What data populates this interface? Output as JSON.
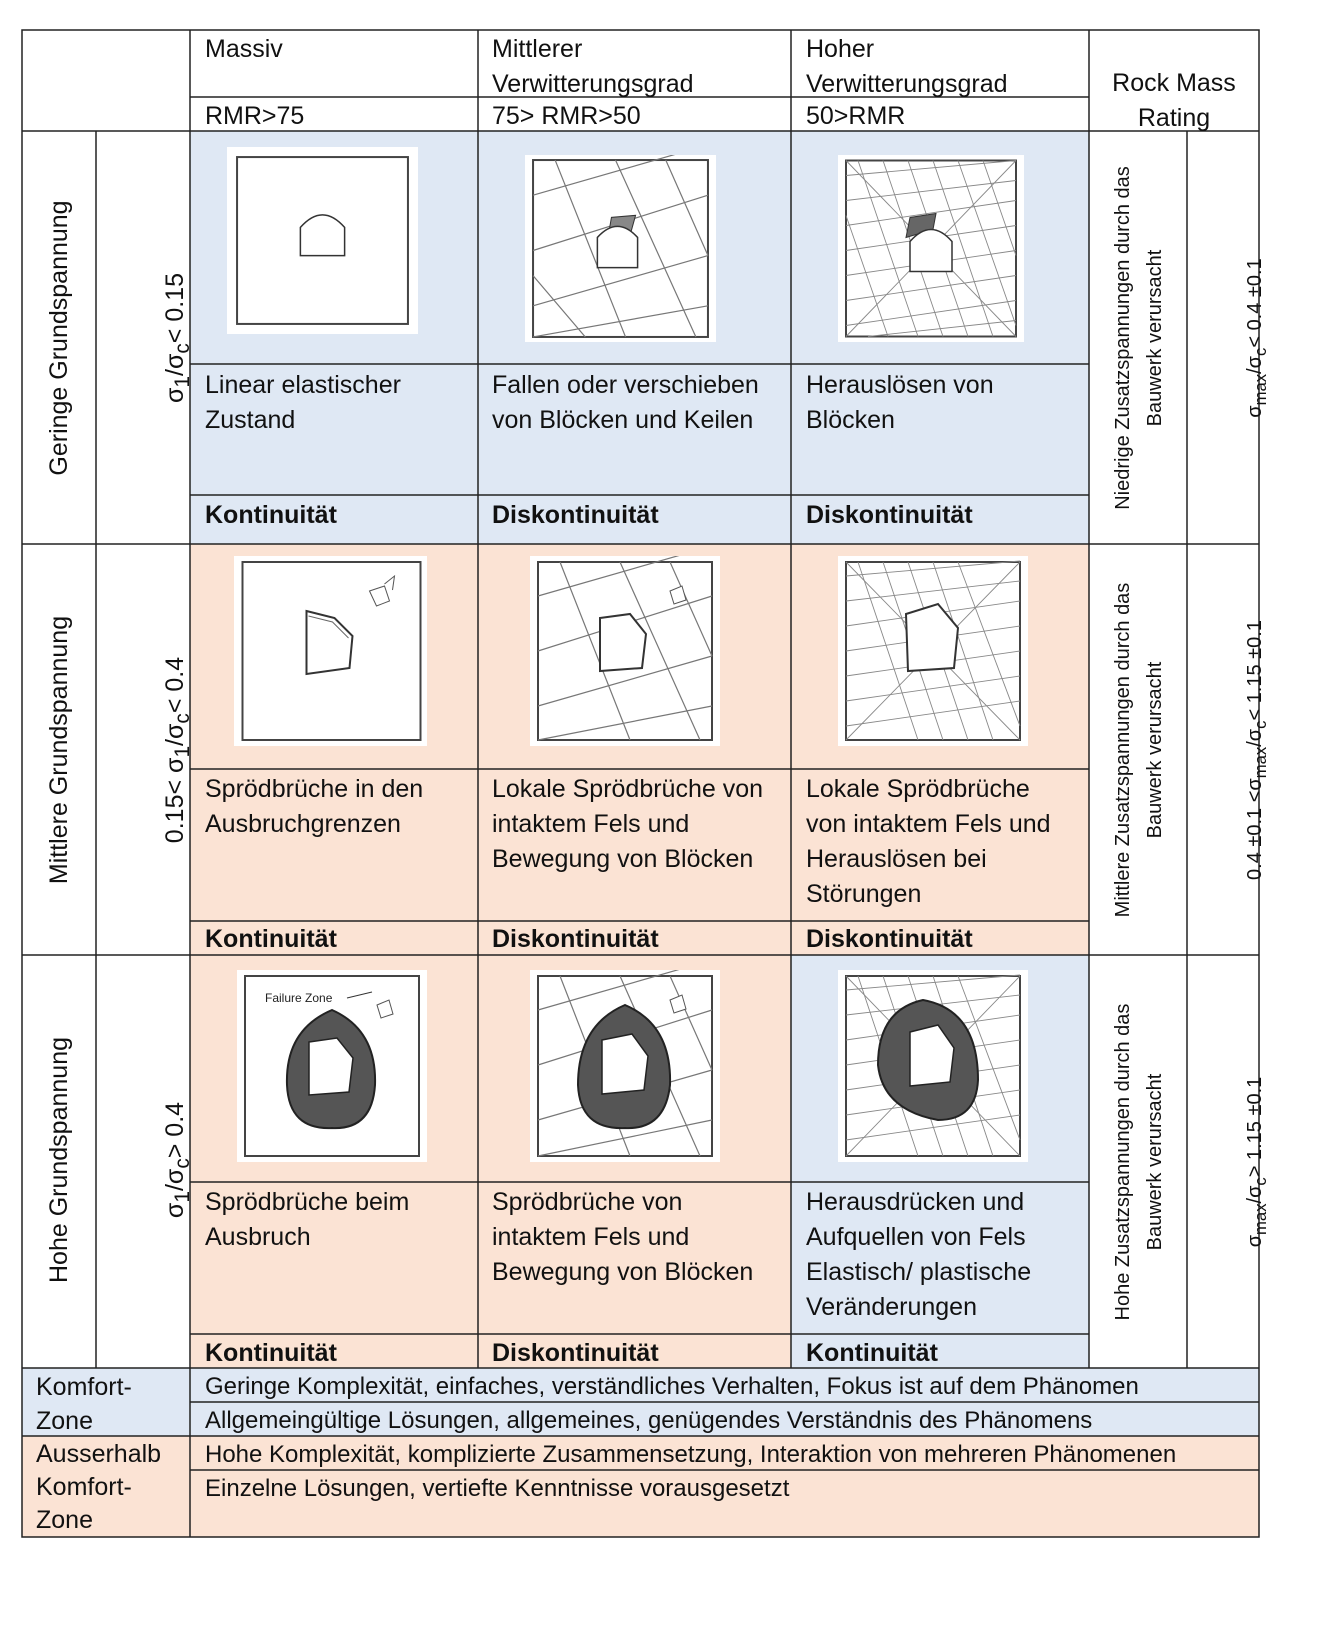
{
  "header": {
    "columns": [
      {
        "title": "Massiv",
        "rmr": "RMR>75"
      },
      {
        "title": "Mittlerer\nVerwitterungsgrad",
        "rmr": "75> RMR>50"
      },
      {
        "title": "Hoher\nVerwitterungsgrad",
        "rmr": "50>RMR"
      }
    ],
    "rating": "Rock Mass\nRating"
  },
  "rows": [
    {
      "name": "Geringe Grundspannung",
      "ratio_parts": [
        "σ",
        "1",
        "/σ",
        "c",
        "< 0.15"
      ],
      "cells": [
        {
          "desc": "Linear elastischer\nZustand",
          "label": "Kontinuität"
        },
        {
          "desc": "Fallen oder verschieben\nvon Blöcken und Keilen",
          "label": "Diskontinuität"
        },
        {
          "desc": "Herauslösen von\nBlöcken",
          "label": "Diskontinuität"
        }
      ],
      "additional": "Niedrige Zusatzspannungen durch das\nBauwerk verursacht",
      "rating_parts": [
        "σ",
        "max",
        "/σ",
        "c",
        "< 0.4 ±0.1"
      ]
    },
    {
      "name": "Mittlere Grundspannung",
      "ratio_parts": [
        "0.15< σ",
        "1",
        "/σ",
        "c",
        "< 0.4"
      ],
      "cells": [
        {
          "desc": "Sprödbrüche in den\nAusbruchgrenzen",
          "label": "Kontinuität"
        },
        {
          "desc": "Lokale Sprödbrüche von\nintaktem Fels und\nBewegung von Blöcken",
          "label": "Diskontinuität"
        },
        {
          "desc": "Lokale Sprödbrüche\nvon intaktem Fels und\nHerauslösen bei\nStörungen",
          "label": "Diskontinuität"
        }
      ],
      "additional": "Mittlere Zusatzspannungen durch das\nBauwerk verursacht",
      "rating_parts": [
        "0.4 ±0.1 <σ",
        "max",
        "/σ",
        "c",
        "< 1.15 ±0.1"
      ]
    },
    {
      "name": "Hohe Grundspannung",
      "ratio_parts": [
        "σ",
        "1",
        "/σ",
        "c",
        "> 0.4"
      ],
      "cells": [
        {
          "desc": "Sprödbrüche beim\nAusbruch",
          "label": "Kontinuität"
        },
        {
          "desc": "Sprödbrüche von\nintaktem Fels und\nBewegung von Blöcken",
          "label": "Diskontinuität"
        },
        {
          "desc": "Herausdrücken und\nAufquellen von Fels\nElastisch/ plastische\nVeränderungen",
          "label": "Kontinuität"
        }
      ],
      "additional": "Hohe Zusatzspannungen durch das\nBauwerk verursacht",
      "rating_parts": [
        "σ",
        "max",
        "/σ",
        "c",
        "> 1.15 ±0.1"
      ]
    }
  ],
  "failure_zone_label": "Failure Zone",
  "comfort": {
    "label": "Komfort-\nZone",
    "lines": [
      "Geringe Komplexität, einfaches, verständliches Verhalten, Fokus ist auf dem Phänomen",
      "Allgemeingültige Lösungen, allgemeines, genügendes Verständnis des Phänomens"
    ]
  },
  "outside": {
    "label": "Ausserhalb\nKomfort-\nZone",
    "lines": [
      "Hohe Komplexität, komplizierte Zusammensetzung, Interaktion von mehreren Phänomenen",
      "Einzelne Lösungen, vertiefte Kenntnisse vorausgesetzt"
    ]
  },
  "colors": {
    "blue": "#dfe8f4",
    "peach": "#fbe3d4",
    "line": "#222222"
  }
}
